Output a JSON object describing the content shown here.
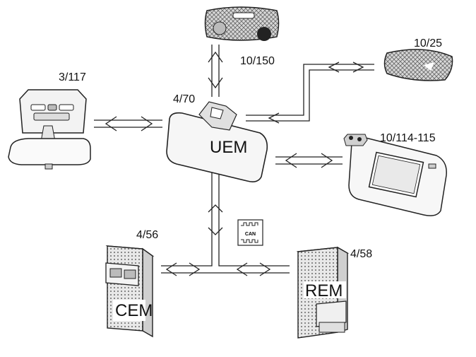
{
  "labels": {
    "uem": "UEM",
    "cem": "CEM",
    "rem": "REM",
    "can": "CAN"
  },
  "refs": {
    "uem": "4/70",
    "roof_console": "10/150",
    "left_console": "3/117",
    "grille_lamp": "10/25",
    "sun_visor": "10/114-115",
    "cem": "4/56",
    "rem": "4/58"
  }
}
